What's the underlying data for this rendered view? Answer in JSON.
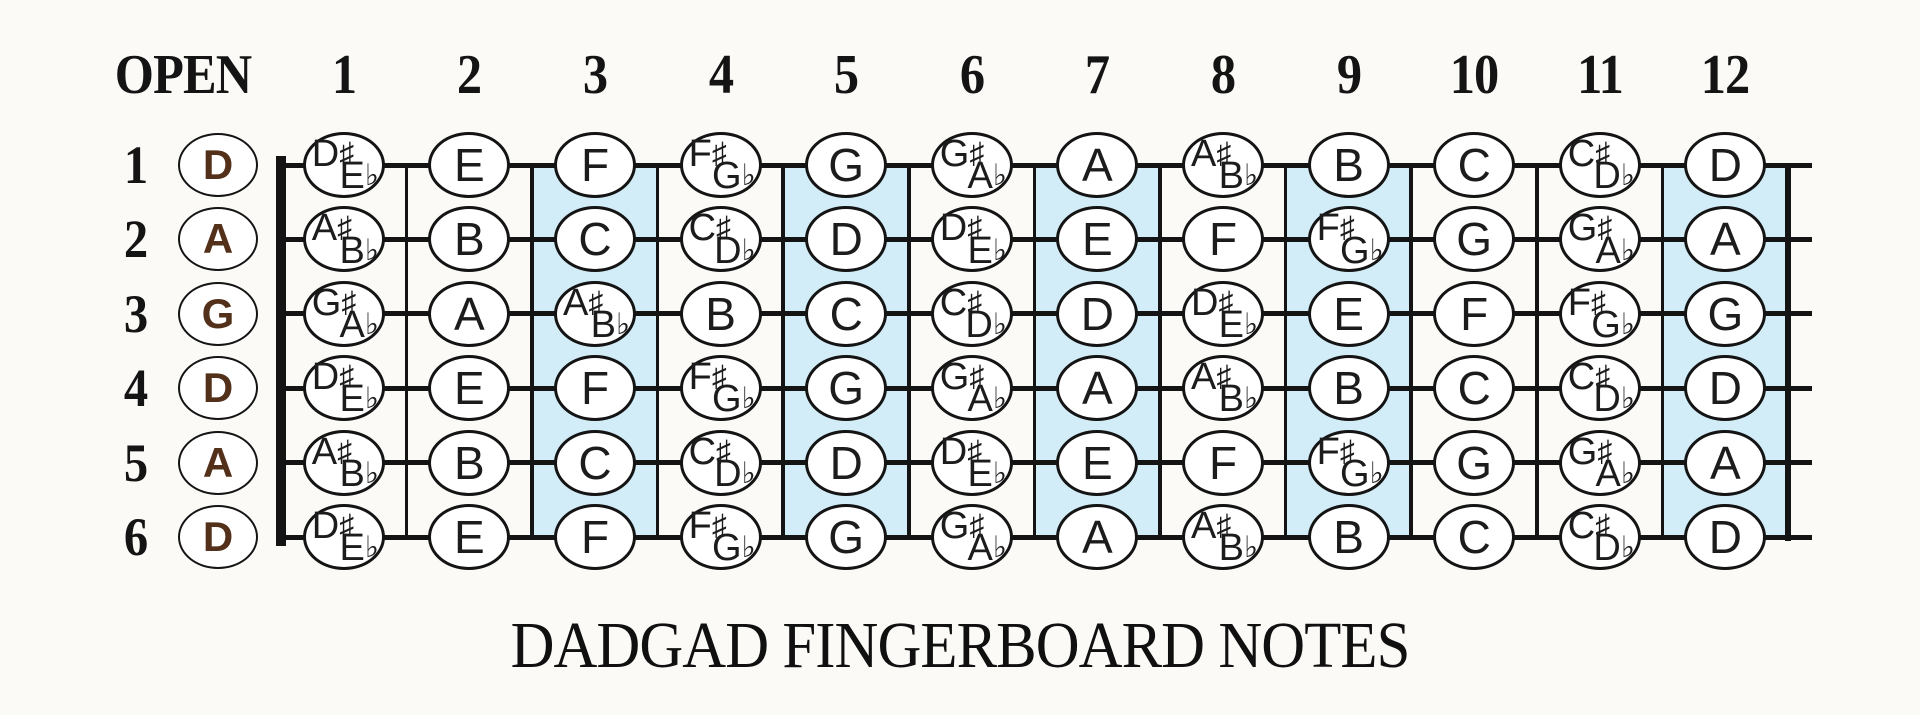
{
  "title": "DADGAD FINGERBOARD NOTES",
  "header": {
    "open_label": "OPEN",
    "fret_numbers": [
      "1",
      "2",
      "3",
      "4",
      "5",
      "6",
      "7",
      "8",
      "9",
      "10",
      "11",
      "12"
    ]
  },
  "marked_frets": [
    3,
    5,
    7,
    9,
    12
  ],
  "colors": {
    "background": "#fbfaf7",
    "line": "#141414",
    "fret_marker_fill": "#d2edf7",
    "open_note_text": "#53301a"
  },
  "strings": [
    {
      "number": "1",
      "open_note": "D",
      "frets": [
        {
          "sharp": "D♯",
          "flat": "E♭"
        },
        {
          "note": "E"
        },
        {
          "note": "F"
        },
        {
          "sharp": "F♯",
          "flat": "G♭"
        },
        {
          "note": "G"
        },
        {
          "sharp": "G♯",
          "flat": "A♭"
        },
        {
          "note": "A"
        },
        {
          "sharp": "A♯",
          "flat": "B♭"
        },
        {
          "note": "B"
        },
        {
          "note": "C"
        },
        {
          "sharp": "C♯",
          "flat": "D♭"
        },
        {
          "note": "D"
        }
      ]
    },
    {
      "number": "2",
      "open_note": "A",
      "frets": [
        {
          "sharp": "A♯",
          "flat": "B♭"
        },
        {
          "note": "B"
        },
        {
          "note": "C"
        },
        {
          "sharp": "C♯",
          "flat": "D♭"
        },
        {
          "note": "D"
        },
        {
          "sharp": "D♯",
          "flat": "E♭"
        },
        {
          "note": "E"
        },
        {
          "note": "F"
        },
        {
          "sharp": "F♯",
          "flat": "G♭"
        },
        {
          "note": "G"
        },
        {
          "sharp": "G♯",
          "flat": "A♭"
        },
        {
          "note": "A"
        }
      ]
    },
    {
      "number": "3",
      "open_note": "G",
      "frets": [
        {
          "sharp": "G♯",
          "flat": "A♭"
        },
        {
          "note": "A"
        },
        {
          "sharp": "A♯",
          "flat": "B♭"
        },
        {
          "note": "B"
        },
        {
          "note": "C"
        },
        {
          "sharp": "C♯",
          "flat": "D♭"
        },
        {
          "note": "D"
        },
        {
          "sharp": "D♯",
          "flat": "E♭"
        },
        {
          "note": "E"
        },
        {
          "note": "F"
        },
        {
          "sharp": "F♯",
          "flat": "G♭"
        },
        {
          "note": "G"
        }
      ]
    },
    {
      "number": "4",
      "open_note": "D",
      "frets": [
        {
          "sharp": "D♯",
          "flat": "E♭"
        },
        {
          "note": "E"
        },
        {
          "note": "F"
        },
        {
          "sharp": "F♯",
          "flat": "G♭"
        },
        {
          "note": "G"
        },
        {
          "sharp": "G♯",
          "flat": "A♭"
        },
        {
          "note": "A"
        },
        {
          "sharp": "A♯",
          "flat": "B♭"
        },
        {
          "note": "B"
        },
        {
          "note": "C"
        },
        {
          "sharp": "C♯",
          "flat": "D♭"
        },
        {
          "note": "D"
        }
      ]
    },
    {
      "number": "5",
      "open_note": "A",
      "frets": [
        {
          "sharp": "A♯",
          "flat": "B♭"
        },
        {
          "note": "B"
        },
        {
          "note": "C"
        },
        {
          "sharp": "C♯",
          "flat": "D♭"
        },
        {
          "note": "D"
        },
        {
          "sharp": "D♯",
          "flat": "E♭"
        },
        {
          "note": "E"
        },
        {
          "note": "F"
        },
        {
          "sharp": "F♯",
          "flat": "G♭"
        },
        {
          "note": "G"
        },
        {
          "sharp": "G♯",
          "flat": "A♭"
        },
        {
          "note": "A"
        }
      ]
    },
    {
      "number": "6",
      "open_note": "D",
      "frets": [
        {
          "sharp": "D♯",
          "flat": "E♭"
        },
        {
          "note": "E"
        },
        {
          "note": "F"
        },
        {
          "sharp": "F♯",
          "flat": "G♭"
        },
        {
          "note": "G"
        },
        {
          "sharp": "G♯",
          "flat": "A♭"
        },
        {
          "note": "A"
        },
        {
          "sharp": "A♯",
          "flat": "B♭"
        },
        {
          "note": "B"
        },
        {
          "note": "C"
        },
        {
          "sharp": "C♯",
          "flat": "D♭"
        },
        {
          "note": "D"
        }
      ]
    }
  ]
}
